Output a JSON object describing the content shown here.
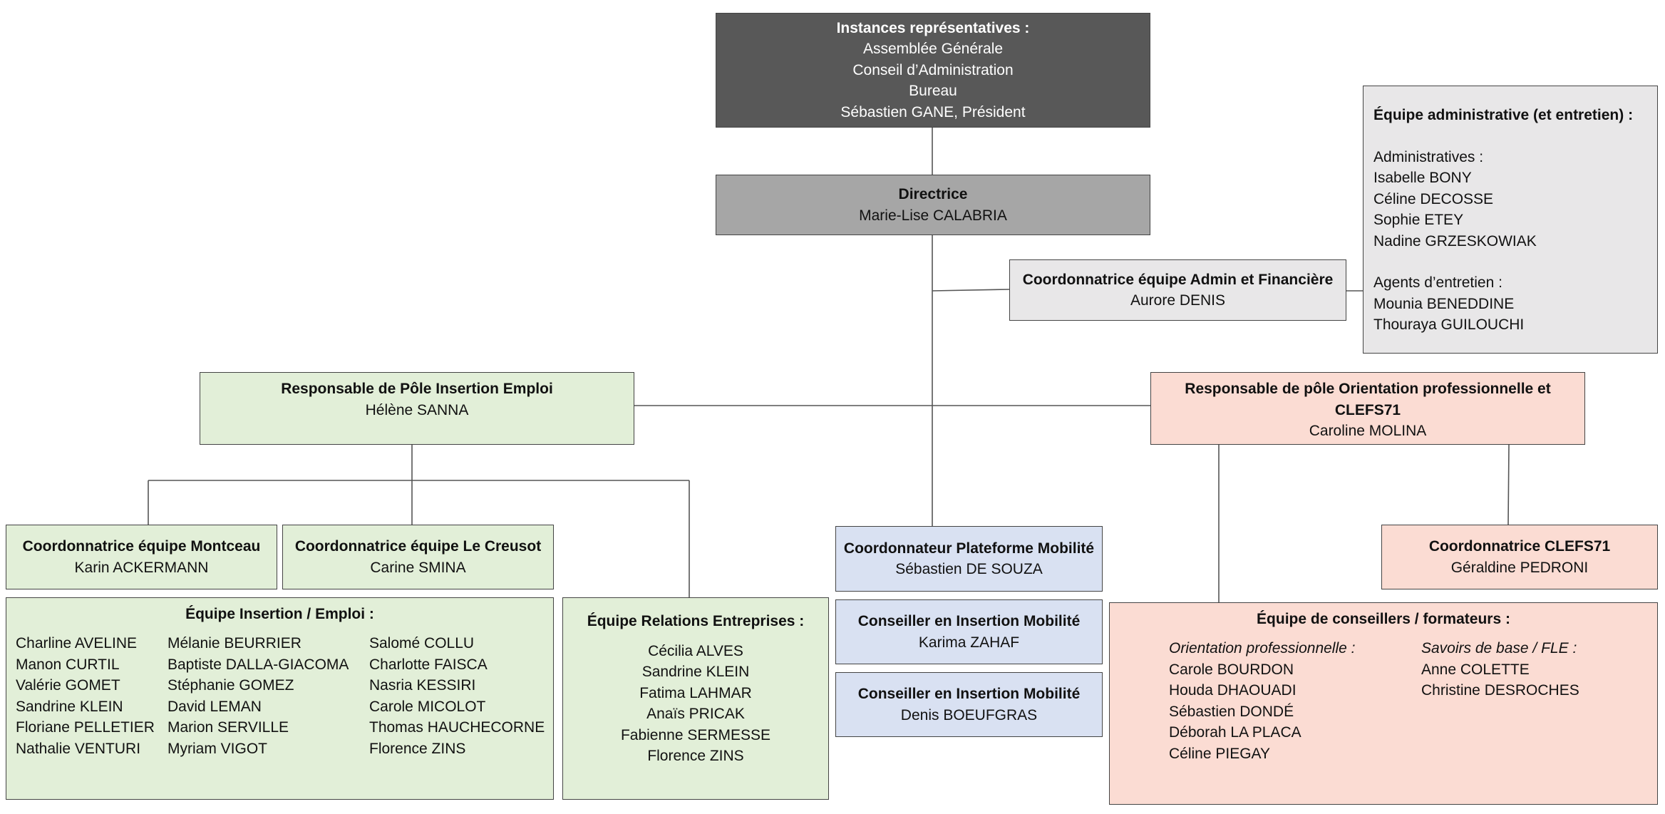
{
  "instances": {
    "title": "Instances représentatives :",
    "lines": [
      "Assemblée Générale",
      "Conseil d’Administration",
      "Bureau",
      "Sébastien GANE, Président"
    ]
  },
  "directrice": {
    "title": "Directrice",
    "name": "Marie-Lise CALABRIA"
  },
  "coord_admin": {
    "title": "Coordonnatrice équipe Admin et Financière",
    "name": "Aurore DENIS"
  },
  "equipe_admin": {
    "title": "Équipe administrative (et entretien) :",
    "admin_heading": "Administratives :",
    "admin_names": [
      "Isabelle BONY",
      "Céline DECOSSE",
      "Sophie ETEY",
      "Nadine GRZESKOWIAK"
    ],
    "agents_heading": "Agents d’entretien :",
    "agents_names": [
      "Mounia BENEDDINE",
      "Thouraya GUILOUCHI"
    ]
  },
  "resp_insertion": {
    "title": "Responsable de Pôle Insertion Emploi",
    "name": "Hélène SANNA"
  },
  "resp_orientation": {
    "title": "Responsable de pôle Orientation professionnelle et CLEFS71",
    "name": "Caroline MOLINA"
  },
  "coord_montceau": {
    "title": "Coordonnatrice équipe Montceau",
    "name": "Karin ACKERMANN"
  },
  "coord_creusot": {
    "title": "Coordonnatrice équipe Le Creusot",
    "name": "Carine SMINA"
  },
  "equipe_insertion": {
    "title": "Équipe Insertion / Emploi :",
    "columns": [
      [
        "Charline AVELINE",
        "Manon CURTIL",
        "Valérie GOMET",
        "Sandrine KLEIN",
        "Floriane PELLETIER",
        "Nathalie VENTURI"
      ],
      [
        "Mélanie BEURRIER",
        "Baptiste DALLA-GIACOMA",
        "Stéphanie GOMEZ",
        "David LEMAN",
        "Marion SERVILLE",
        "Myriam VIGOT"
      ],
      [
        "Salomé COLLU",
        "Charlotte FAISCA",
        "Nasria KESSIRI",
        "Carole MICOLOT",
        "Thomas HAUCHECORNE",
        "Florence ZINS"
      ]
    ]
  },
  "equipe_relations": {
    "title": "Équipe Relations Entreprises :",
    "names": [
      "Cécilia ALVES",
      "Sandrine KLEIN",
      "Fatima LAHMAR",
      "Anaïs PRICAK",
      "Fabienne SERMESSE",
      "Florence ZINS"
    ]
  },
  "coord_mobilite": {
    "title": "Coordonnateur Plateforme Mobilité",
    "name": "Sébastien DE SOUZA"
  },
  "conseiller_1": {
    "title": "Conseiller en Insertion Mobilité",
    "name": "Karima ZAHAF"
  },
  "conseiller_2": {
    "title": "Conseiller en Insertion Mobilité",
    "name": "Denis BOEUFGRAS"
  },
  "coord_clefs": {
    "title": "Coordonnatrice CLEFS71",
    "name": "Géraldine PEDRONI"
  },
  "equipe_conseillers": {
    "title": "Équipe de conseillers / formateurs :",
    "orientation_heading": "Orientation professionnelle :",
    "orientation_names": [
      "Carole BOURDON",
      "Houda DHAOUADI",
      "Sébastien DONDÉ",
      "Déborah LA PLACA",
      "Céline PIEGAY"
    ],
    "savoirs_heading": "Savoirs de base / FLE :",
    "savoirs_names": [
      "Anne COLETTE",
      "Christine DESROCHES"
    ]
  },
  "colors": {
    "instances": "#585858",
    "directrice": "#a6a6a6",
    "admin": "#e8e7e8",
    "insertion": "#e2efd8",
    "orientation": "#fbdcd3",
    "mobilite": "#d9e1f2"
  }
}
